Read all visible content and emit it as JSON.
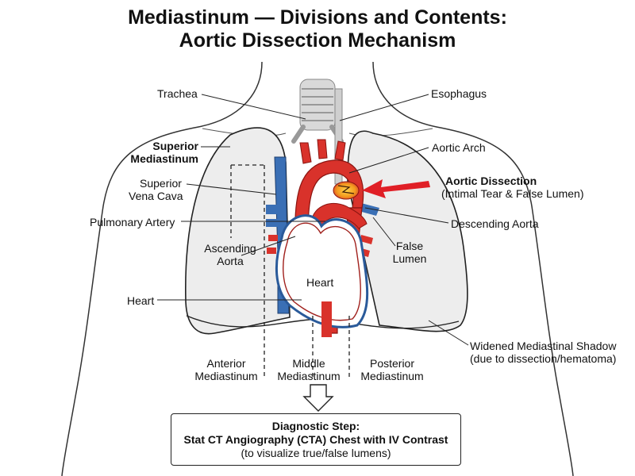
{
  "title": {
    "line1": "Mediastinum — Divisions and Contents:",
    "line2": "Aortic Dissection Mechanism"
  },
  "labels": {
    "trachea": "Trachea",
    "esophagus": "Esophagus",
    "superior_mediastinum_1": "Superior",
    "superior_mediastinum_2": "Mediastinum",
    "aortic_arch": "Aortic Arch",
    "svc_1": "Superior",
    "svc_2": "Vena Cava",
    "aortic_dissection": "Aortic Dissection",
    "aortic_dissection_sub": "(Intimal Tear & False Lumen)",
    "pulmonary_artery": "Pulmonary Artery",
    "descending_aorta": "Descending Aorta",
    "ascending_aorta_1": "Ascending",
    "ascending_aorta_2": "Aorta",
    "false_lumen_1": "False",
    "false_lumen_2": "Lumen",
    "heart_inner": "Heart",
    "heart_outer": "Heart",
    "widened_1": "Widened Mediastinal Shadow",
    "widened_2": "(due to dissection/hematoma)",
    "anterior_1": "Anterior",
    "anterior_2": "Mediastinum",
    "middle_1": "Middle",
    "middle_2": "Mediastinum",
    "posterior_1": "Posterior",
    "posterior_2": "Mediastinum"
  },
  "diagnostic": {
    "line1": "Diagnostic Step:",
    "line2": "Stat CT Angiography (CTA) Chest with IV Contrast",
    "line3": "(to visualize true/false lumens)"
  },
  "colors": {
    "aorta": "#d9322b",
    "vein": "#3a6fb5",
    "lung": "#ededed",
    "dissection": "#f39a1e",
    "arrow": "#e01f26"
  }
}
